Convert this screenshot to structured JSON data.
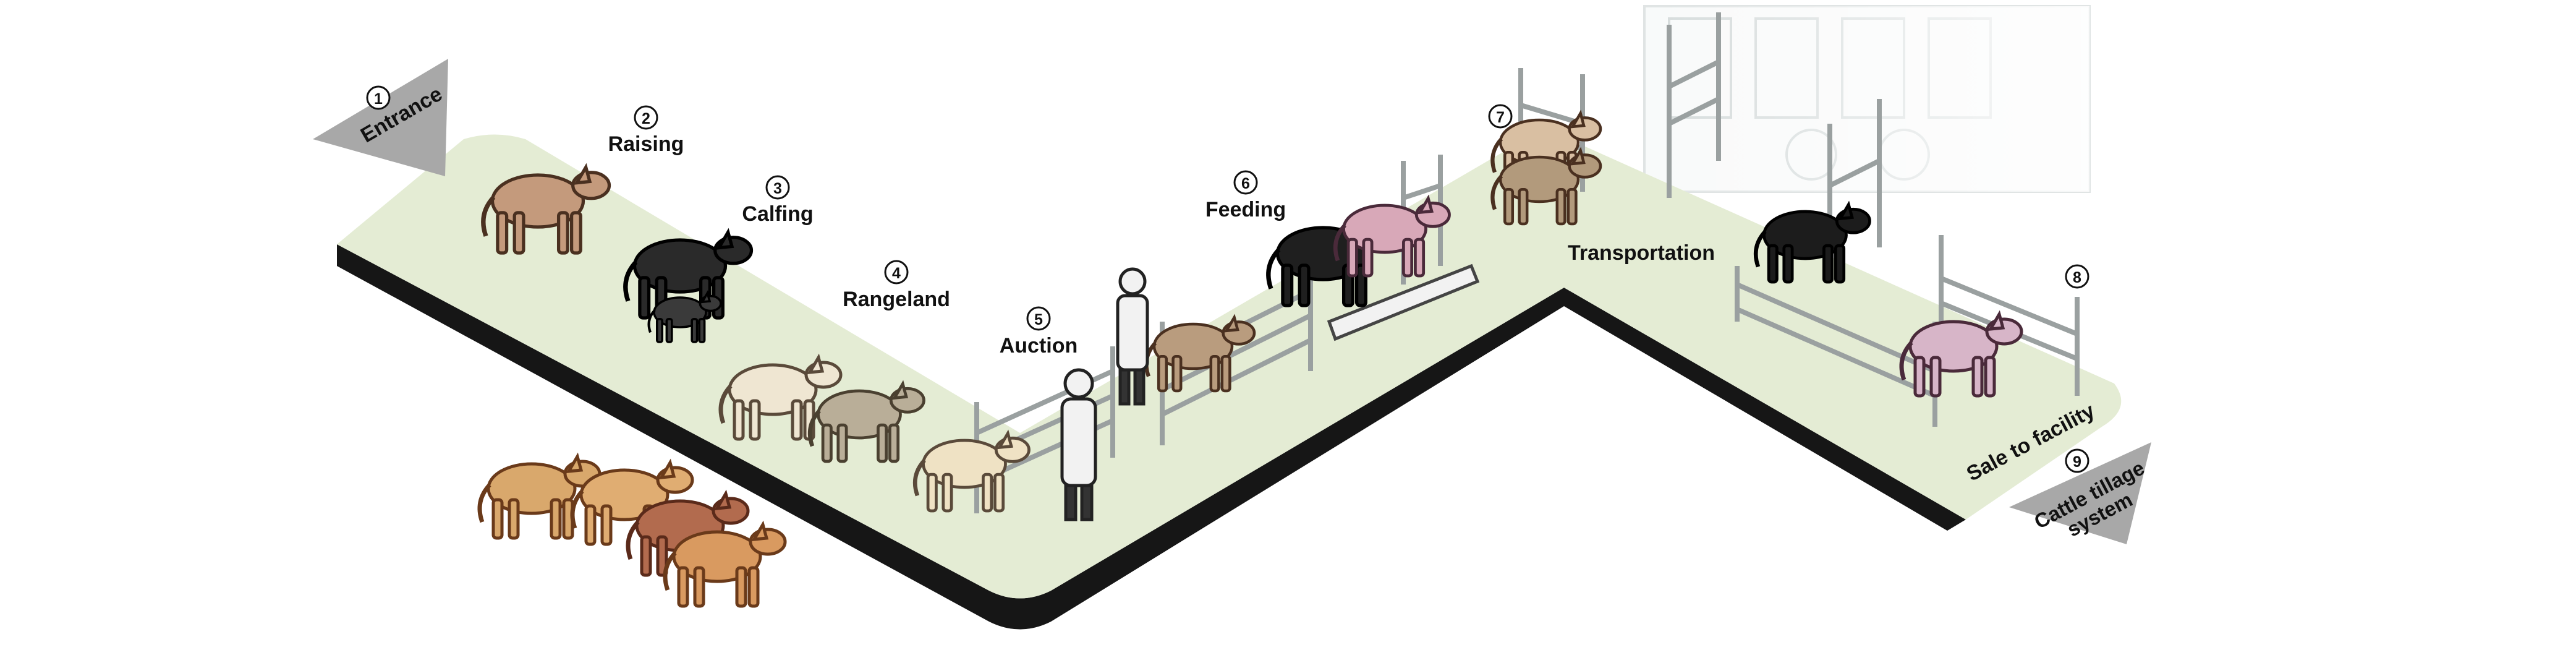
{
  "stages": [
    {
      "number": "1",
      "label": "Entrance"
    },
    {
      "number": "2",
      "label": "Raising"
    },
    {
      "number": "3",
      "label": "Calfing"
    },
    {
      "number": "4",
      "label": "Rangeland"
    },
    {
      "number": "5",
      "label": "Auction"
    },
    {
      "number": "6",
      "label": "Feeding"
    },
    {
      "number": "7",
      "label": "Transportation"
    },
    {
      "number": "8",
      "label": "Sale to facility"
    },
    {
      "number": "9",
      "label": "Cattle tillage system"
    }
  ],
  "exit_label_lines": [
    "Cattle tillage",
    "system"
  ],
  "colors": {
    "path_top": "#e4ecd4",
    "path_edge": "#161616",
    "arrow": "#a8a8a8",
    "brown_cow": "#c49a7c",
    "black_cow": "#2a2a2a",
    "tan_cow": "#d9a86c",
    "cream_cow": "#efe6d2",
    "fence": "#9aa0a0"
  },
  "icons": [
    "cow-icon",
    "person-icon",
    "fence-icon",
    "feed-trough-icon",
    "building-icon"
  ]
}
